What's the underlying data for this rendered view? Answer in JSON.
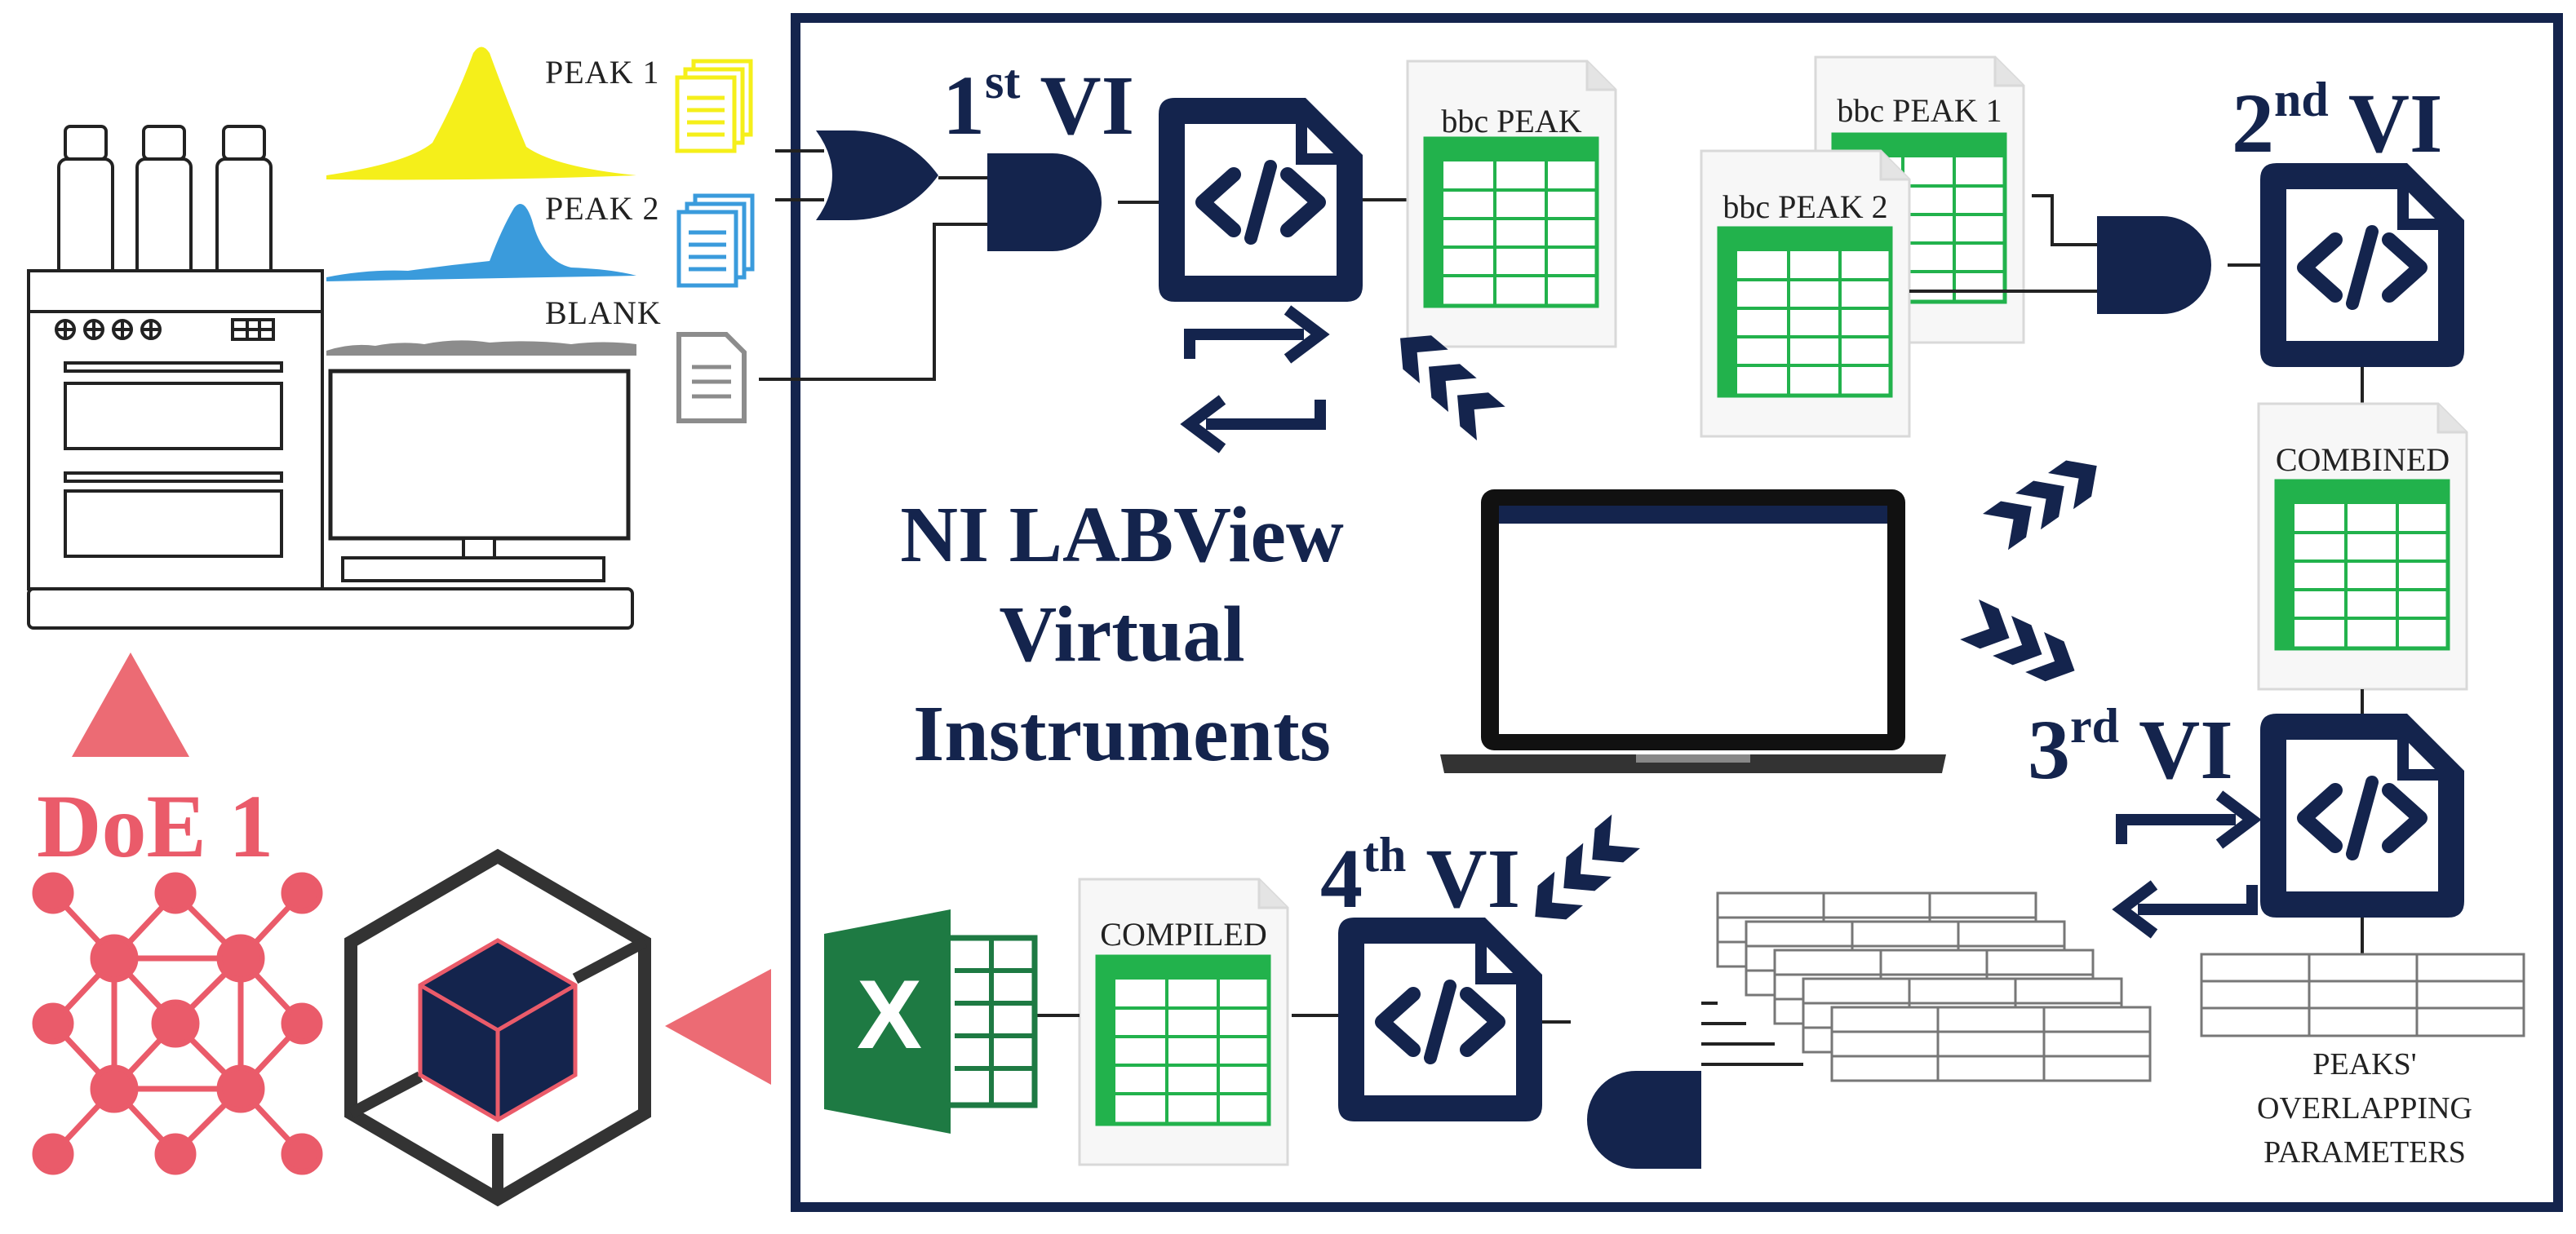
{
  "sample_labels": {
    "peak1": "PEAK 1",
    "peak2": "PEAK 2",
    "blank": "BLANK"
  },
  "vi_titles": {
    "vi1": {
      "num": "1",
      "sup": "st",
      "word": "VI"
    },
    "vi2": {
      "num": "2",
      "sup": "nd",
      "word": "VI"
    },
    "vi3": {
      "num": "3",
      "sup": "rd",
      "word": "VI"
    },
    "vi4": {
      "num": "4",
      "sup": "th",
      "word": "VI"
    }
  },
  "documents": {
    "bbc_peak": "bbc PEAK",
    "bbc_peak1": "bbc PEAK 1",
    "bbc_peak2": "bbc PEAK 2",
    "combined": "COMBINED",
    "compiled": "COMPILED"
  },
  "center_title": {
    "line1": "NI LABView",
    "line2": "Virtual",
    "line3": "Instruments"
  },
  "doe_label": "DoE 1",
  "excel_letter": "X",
  "peaks_overlapping": {
    "line1": "PEAKS'",
    "line2": "OVERLAPPING",
    "line3": "PARAMETERS"
  },
  "colors": {
    "navy": "#14244d",
    "green": "#22b24c",
    "yellow": "#f5ef1a",
    "blue": "#3a9bdc",
    "gray": "#8c8c8c",
    "coral": "#ea5b6a",
    "excel_green": "#1e7a43"
  },
  "icons": [
    "code-file-icon",
    "and-gate-icon",
    "or-gate-icon",
    "document-stack-icon",
    "spreadsheet-icon",
    "laptop-icon",
    "chevron-arrow-icon",
    "swap-arrows-icon",
    "molecule-icon",
    "cube-icon",
    "excel-icon",
    "hplc-instrument-icon"
  ]
}
